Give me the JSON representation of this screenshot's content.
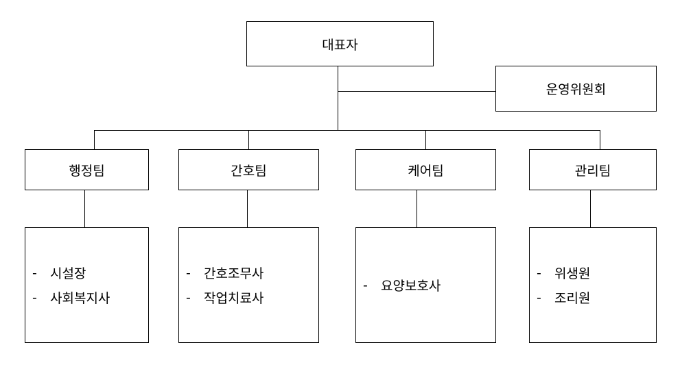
{
  "nodes": {
    "representative": "대표자",
    "committee": "운영위원회",
    "teams": [
      {
        "label": "행정팀",
        "staff": [
          "시설장",
          "사회복지사"
        ]
      },
      {
        "label": "간호팀",
        "staff": [
          "간호조무사",
          "작업치료사"
        ]
      },
      {
        "label": "케어팀",
        "staff": [
          "요양보호사"
        ]
      },
      {
        "label": "관리팀",
        "staff": [
          "위생원",
          "조리원"
        ]
      }
    ]
  },
  "list_bullet": "-"
}
